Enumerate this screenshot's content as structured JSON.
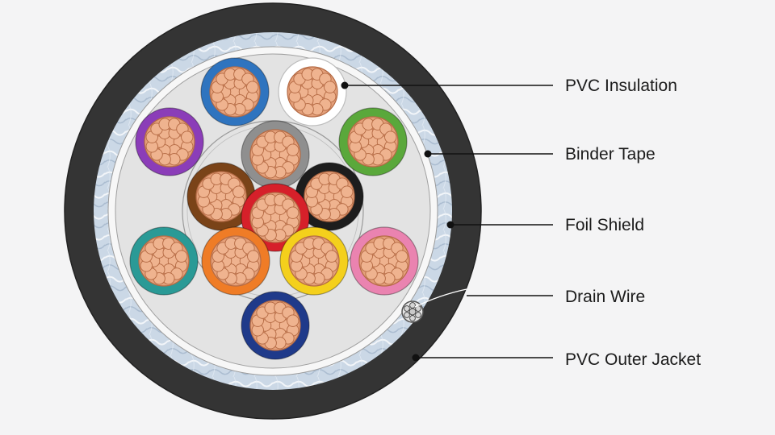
{
  "labels": {
    "pvc_insulation": "PVC Insulation",
    "binder_tape": "Binder Tape",
    "foil_shield": "Foil Shield",
    "drain_wire": "Drain Wire",
    "pvc_outer_jacket": "PVC Outer Jacket"
  },
  "colors": {
    "background": "#f4f4f5",
    "jacket": "#343434",
    "foil": "#c9d6e3",
    "binder": "#f7f7f7",
    "core_filler": "#e3e3e3",
    "copper": "#e4a07a",
    "copper_edge": "#b46a44",
    "leader": "#111111"
  },
  "conductors": [
    {
      "name": "blue-conductor",
      "insulation": "#2f74bf"
    },
    {
      "name": "white-conductor",
      "insulation": "#ffffff"
    },
    {
      "name": "purple-conductor",
      "insulation": "#8b3db8"
    },
    {
      "name": "green-conductor",
      "insulation": "#5aa83b"
    },
    {
      "name": "gray-conductor",
      "insulation": "#8f8f8f"
    },
    {
      "name": "brown-conductor",
      "insulation": "#7a4318"
    },
    {
      "name": "black-conductor",
      "insulation": "#1d1d1d"
    },
    {
      "name": "red-conductor",
      "insulation": "#d6202a"
    },
    {
      "name": "teal-conductor",
      "insulation": "#2a9a96"
    },
    {
      "name": "orange-conductor",
      "insulation": "#ef7c26"
    },
    {
      "name": "yellow-conductor",
      "insulation": "#f4d01c"
    },
    {
      "name": "pink-conductor",
      "insulation": "#ea83b0"
    },
    {
      "name": "navy-conductor",
      "insulation": "#1f3a8a"
    }
  ]
}
